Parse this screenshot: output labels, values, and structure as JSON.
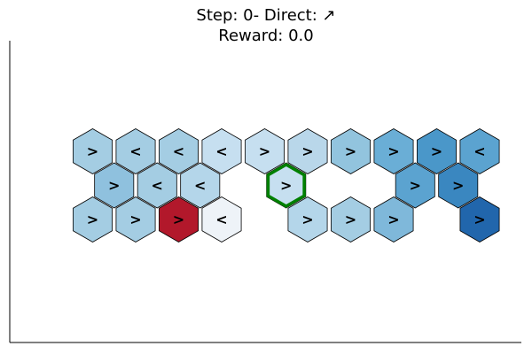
{
  "title": {
    "line1": "Step: 0- Direct: ↗",
    "line2": "Reward: 0.0"
  },
  "grid": {
    "rows": 3,
    "cols": 10,
    "current_cell": {
      "row": 1,
      "col": 4
    },
    "cells": [
      {
        "row": 0,
        "col": 0,
        "color": "#a4cde3",
        "arrow": ">"
      },
      {
        "row": 0,
        "col": 1,
        "color": "#a4cde3",
        "arrow": "<"
      },
      {
        "row": 0,
        "col": 2,
        "color": "#a4cde3",
        "arrow": "<"
      },
      {
        "row": 0,
        "col": 3,
        "color": "#c6dff0",
        "arrow": "<"
      },
      {
        "row": 0,
        "col": 4,
        "color": "#c6dff0",
        "arrow": ">"
      },
      {
        "row": 0,
        "col": 5,
        "color": "#b9d7ea",
        "arrow": ">"
      },
      {
        "row": 0,
        "col": 6,
        "color": "#92c4de",
        "arrow": ">"
      },
      {
        "row": 0,
        "col": 7,
        "color": "#6aaed6",
        "arrow": ">"
      },
      {
        "row": 0,
        "col": 8,
        "color": "#4a97c9",
        "arrow": ">"
      },
      {
        "row": 0,
        "col": 9,
        "color": "#5ba3d0",
        "arrow": "<"
      },
      {
        "row": 1,
        "col": 0,
        "color": "#8fc1de",
        "arrow": ">"
      },
      {
        "row": 1,
        "col": 1,
        "color": "#a4cde3",
        "arrow": "<"
      },
      {
        "row": 1,
        "col": 2,
        "color": "#b4d6ea",
        "arrow": "<"
      },
      {
        "row": 1,
        "col": 4,
        "color": "#c6dff0",
        "arrow": ">"
      },
      {
        "row": 1,
        "col": 7,
        "color": "#5ba3d0",
        "arrow": ">"
      },
      {
        "row": 1,
        "col": 8,
        "color": "#3a87c0",
        "arrow": ">"
      },
      {
        "row": 2,
        "col": 0,
        "color": "#a4cde3",
        "arrow": ">"
      },
      {
        "row": 2,
        "col": 1,
        "color": "#a4cde3",
        "arrow": ">"
      },
      {
        "row": 2,
        "col": 2,
        "color": "#b2182b",
        "arrow": ">"
      },
      {
        "row": 2,
        "col": 3,
        "color": "#eef3f8",
        "arrow": "<"
      },
      {
        "row": 2,
        "col": 5,
        "color": "#b4d6ea",
        "arrow": ">"
      },
      {
        "row": 2,
        "col": 6,
        "color": "#a4cde3",
        "arrow": ">"
      },
      {
        "row": 2,
        "col": 7,
        "color": "#7fb8da",
        "arrow": ">"
      },
      {
        "row": 2,
        "col": 9,
        "color": "#2166ac",
        "arrow": ">"
      }
    ]
  }
}
